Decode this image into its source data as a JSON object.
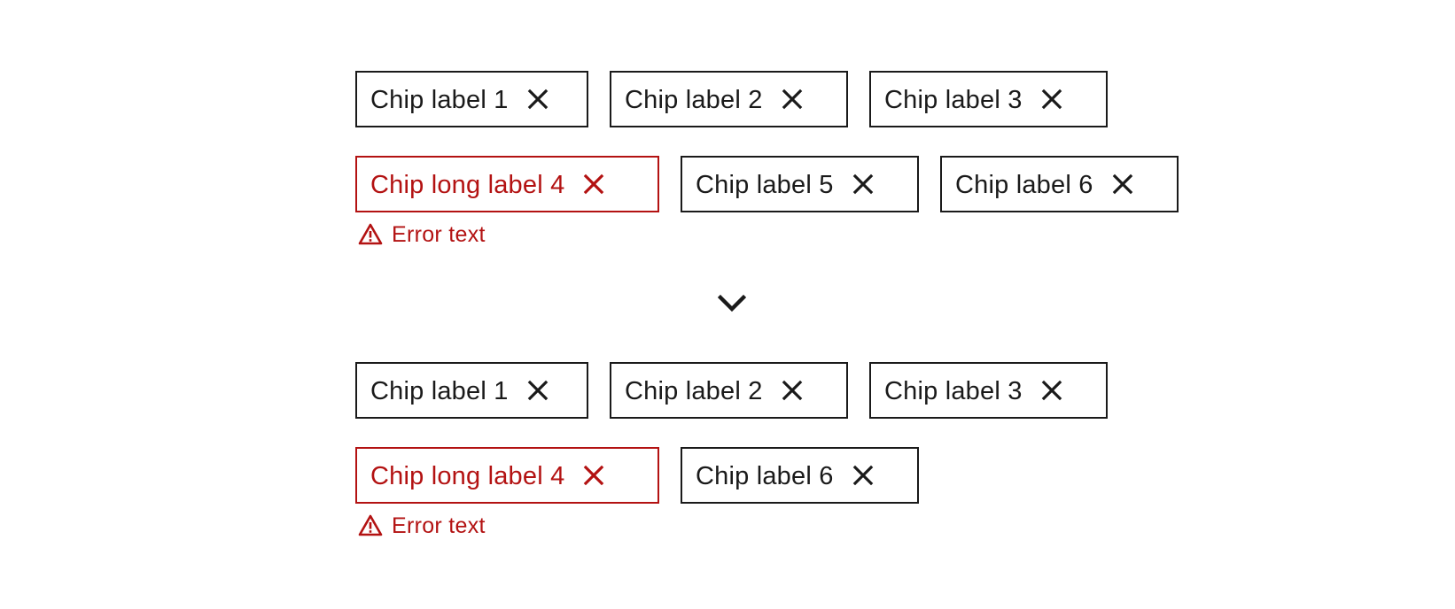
{
  "colors": {
    "default": "#1a1a1a",
    "error": "#b31212",
    "background": "#ffffff"
  },
  "icons": {
    "close": "close-icon",
    "error": "warning-triangle-icon",
    "transition": "chevron-down-icon"
  },
  "before": {
    "row1": [
      {
        "label": "Chip label 1"
      },
      {
        "label": "Chip label 2"
      },
      {
        "label": "Chip label 3"
      }
    ],
    "row2": [
      {
        "label": "Chip long label 4",
        "state": "error",
        "error_text": "Error text"
      },
      {
        "label": "Chip label 5"
      },
      {
        "label": "Chip label 6"
      }
    ]
  },
  "after": {
    "row1": [
      {
        "label": "Chip label 1"
      },
      {
        "label": "Chip label 2"
      },
      {
        "label": "Chip label 3"
      }
    ],
    "row2": [
      {
        "label": "Chip long label 4",
        "state": "error",
        "error_text": "Error text"
      },
      {
        "label": "Chip label 6"
      }
    ]
  }
}
